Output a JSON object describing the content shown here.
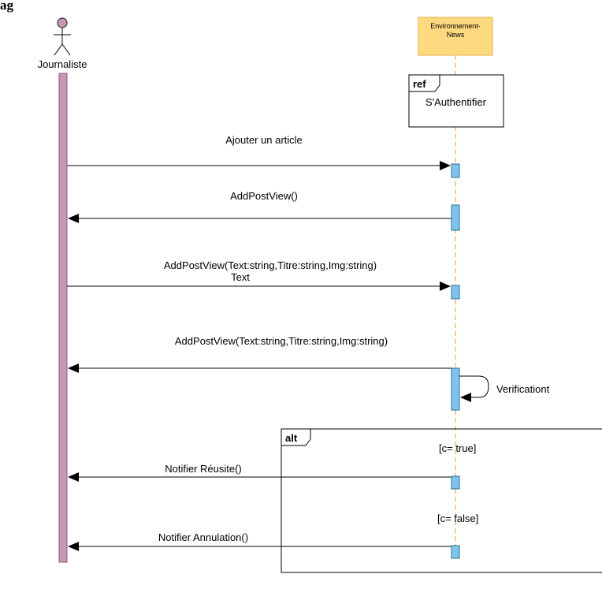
{
  "title": "ag",
  "actors": {
    "journaliste": {
      "label": "Journaliste",
      "color": "#c896b4"
    },
    "environnement": {
      "label_line1": "Environnement-",
      "label_line2": "News",
      "color": "#ffd980"
    }
  },
  "ref_fragment": {
    "tag": "ref",
    "text": "S'Authentifier"
  },
  "messages": [
    {
      "label": "Ajouter un article",
      "direction": "right"
    },
    {
      "label": "AddPostView()",
      "direction": "left"
    },
    {
      "label": "AddPostView(Text:string,Titre:string,Img:string)",
      "label2": "Text",
      "direction": "right"
    },
    {
      "label": "AddPostView(Text:string,Titre:string,Img:string)",
      "direction": "left"
    },
    {
      "label": "Verificationt",
      "direction": "self"
    },
    {
      "label": "Notifier Réusite()",
      "direction": "left"
    },
    {
      "label": "Notifier Annulation()",
      "direction": "left"
    }
  ],
  "alt_fragment": {
    "tag": "alt",
    "guard1": "[c= true]",
    "guard2": "[c= false]"
  },
  "colors": {
    "activation": "#7fc4ea",
    "lifeline_bar": "#c896b4",
    "dashed_line": "#f0b060"
  }
}
